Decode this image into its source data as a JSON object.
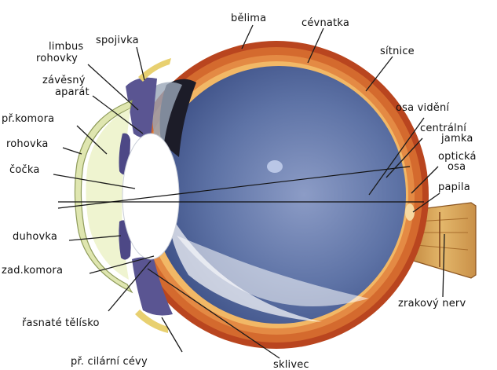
{
  "labels": {
    "belima": "bělima",
    "cevnatka": "cévnatka",
    "sitnice": "sítnice",
    "spojivka": "spojivka",
    "limbus_1": "limbus",
    "limbus_2": "rohovky",
    "zavesny_1": "závěsný",
    "zavesny_2": "aparát",
    "prkomora": "př.komora",
    "rohovka": "rohovka",
    "cocka": "čočka",
    "duhovka": "duhovka",
    "zadkomora": "zad.komora",
    "rasnate": "řasnaté tělísko",
    "cilarni": "př. cilární cévy",
    "sklivec": "sklivec",
    "osa_videni": "osa vidění",
    "centralni_1": "centrální",
    "centralni_2": "jamka",
    "opticka_1": "optická",
    "opticka_2": "osa",
    "papila": "papila",
    "zrakovy_nerv": "zrakový nerv"
  },
  "colors": {
    "sclera": "#b8431f",
    "choroid": "#e07a3a",
    "retina": "#f0b060",
    "vitreous": "#5a6ea0",
    "cornea": "#eaf2c4",
    "iris": "#5c5690",
    "lens": "#ffffff",
    "nerve": "#d89a4a"
  }
}
